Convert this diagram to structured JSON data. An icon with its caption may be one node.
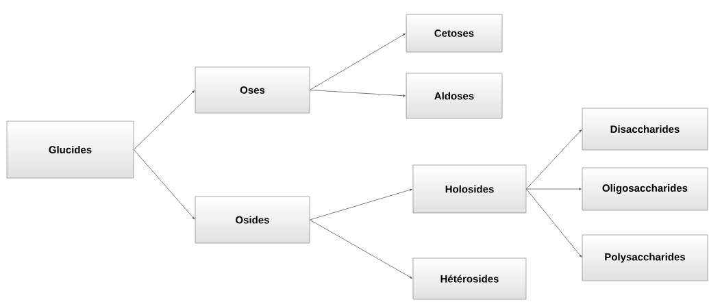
{
  "diagram": {
    "nodes": [
      {
        "text": [
          "Glucides"
        ]
      },
      {
        "text": [
          "Oses"
        ]
      },
      {
        "text": [
          "Osides"
        ]
      },
      {
        "text": [
          "Cetoses"
        ]
      },
      {
        "text": [
          "Aldoses"
        ]
      },
      {
        "text": [
          "Holosides"
        ]
      },
      {
        "text": [
          "Hétérosides"
        ]
      },
      {
        "text": [
          "Disaccharides"
        ]
      },
      {
        "text": [
          "Oligosaccharides"
        ]
      },
      {
        "text": [
          "Polysaccharides"
        ]
      }
    ],
    "edges": [
      {
        "from": 0,
        "to": 1,
        "arrow": "to"
      },
      {
        "from": 0,
        "to": 2,
        "arrow": "to"
      },
      {
        "from": 1,
        "to": 3,
        "arrow": "to"
      },
      {
        "from": 1,
        "to": 4,
        "arrow": "to"
      },
      {
        "from": 2,
        "to": 5,
        "arrow": "to"
      },
      {
        "from": 2,
        "to": 6,
        "arrow": "to"
      },
      {
        "from": 5,
        "to": 7,
        "arrow": "to"
      },
      {
        "from": 5,
        "to": 8,
        "arrow": "to"
      },
      {
        "from": 5,
        "to": 9,
        "arrow": "to"
      }
    ]
  }
}
